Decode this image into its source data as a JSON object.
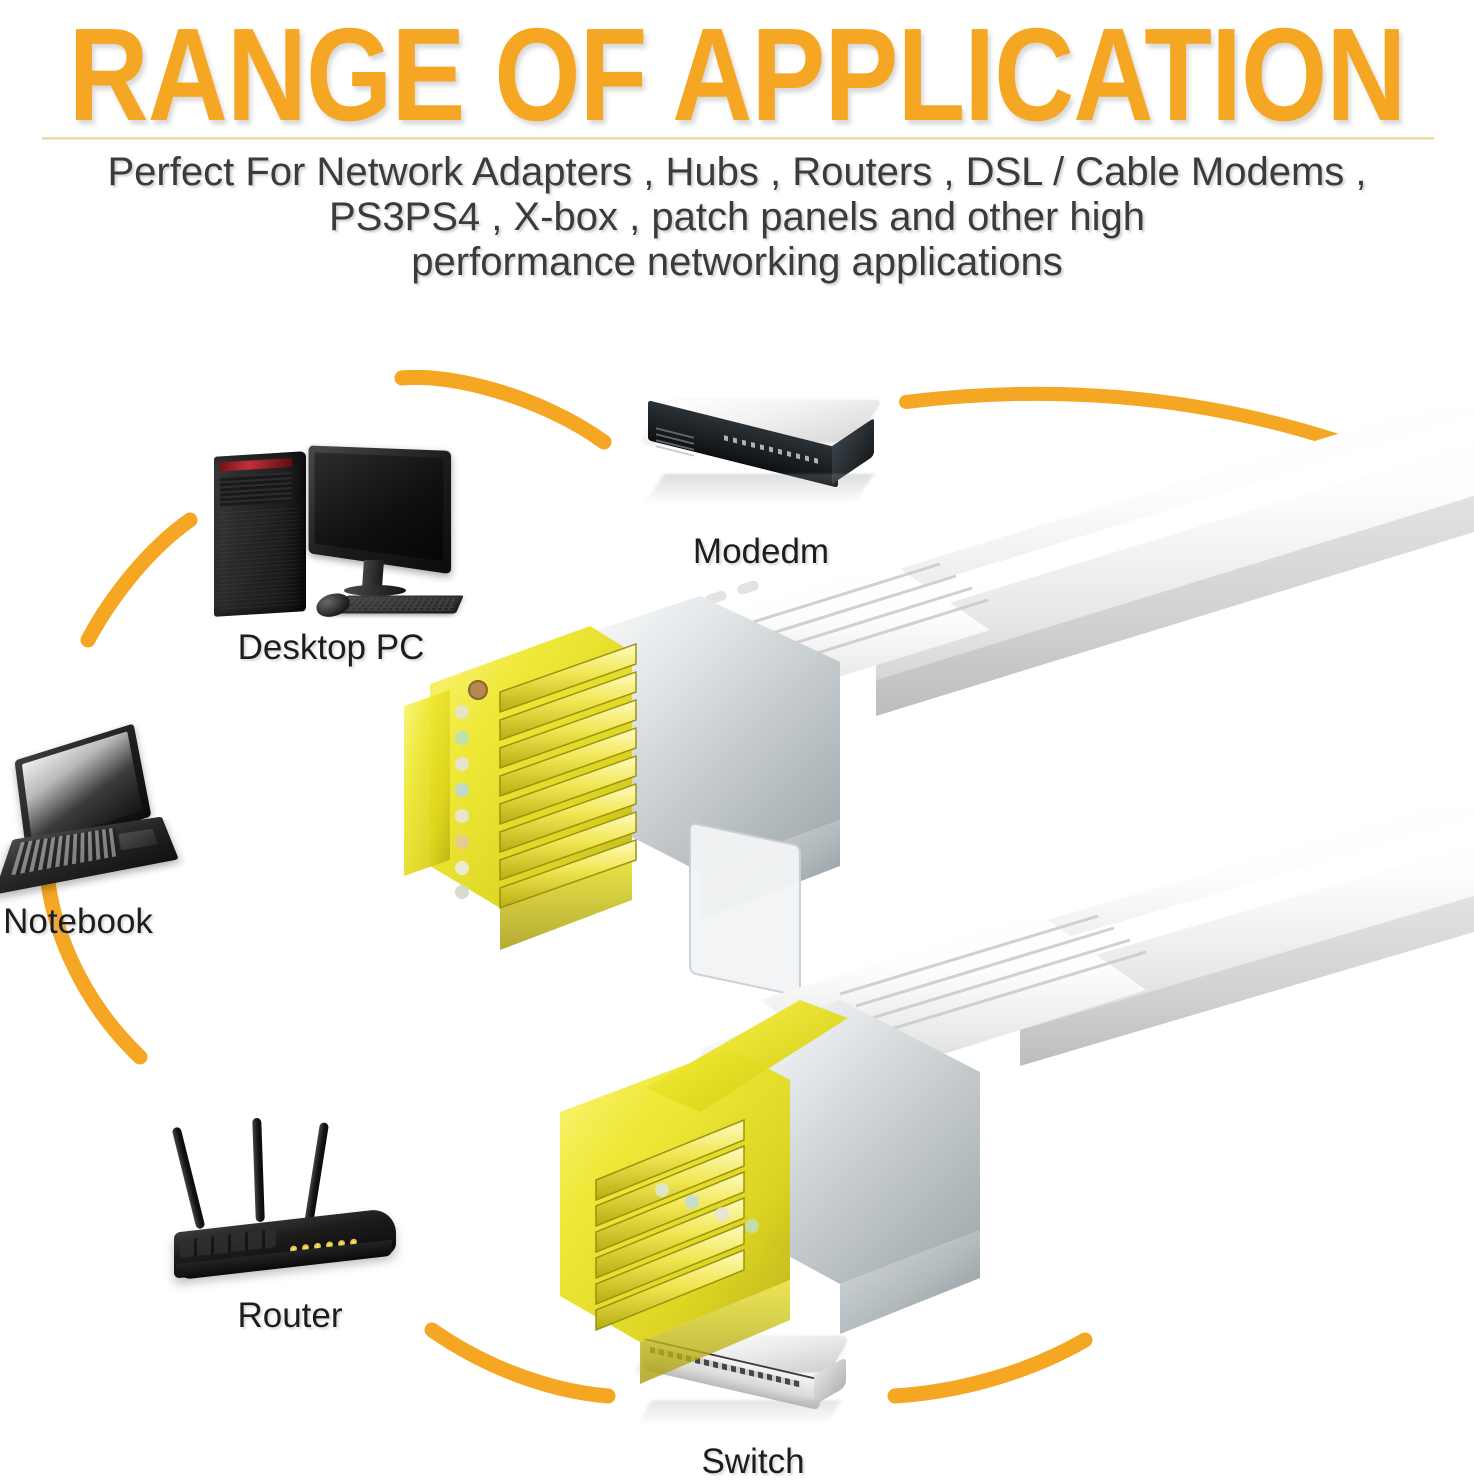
{
  "header": {
    "title": "RANGE OF APPLICATION",
    "subtitle_lines": [
      "Perfect For Network Adapters , Hubs , Routers , DSL / Cable Modems ,",
      "PS3PS4 , X-box , patch panels and other high",
      "performance networking applications"
    ]
  },
  "colors": {
    "accent_orange": "#F5A623",
    "divider_gold": "#E8D79A",
    "title_orange": "#F5A623",
    "subtitle_gray": "#3B3B3B",
    "connector_yellow": "#E8E32A",
    "cable_white": "#F4F4F4",
    "shield_silver": "#D8DCDE",
    "background": "#FFFFFF"
  },
  "diagram": {
    "type": "circular-application-flow",
    "nodes": [
      {
        "id": "desktop",
        "label": "Desktop PC",
        "icon": "desktop-pc-icon"
      },
      {
        "id": "modem",
        "label": "Modedm",
        "icon": "modem-icon"
      },
      {
        "id": "notebook",
        "label": "Notebook",
        "icon": "notebook-icon"
      },
      {
        "id": "router",
        "label": "Router",
        "icon": "router-icon"
      },
      {
        "id": "switch",
        "label": "Switch",
        "icon": "switch-icon"
      }
    ]
  },
  "product": {
    "items": [
      {
        "id": "cable-upper",
        "type": "flat-ethernet-cable",
        "connector": "rj45-shielded-yellow"
      },
      {
        "id": "cable-lower",
        "type": "flat-ethernet-cable",
        "connector": "rj45-shielded-yellow"
      }
    ]
  }
}
